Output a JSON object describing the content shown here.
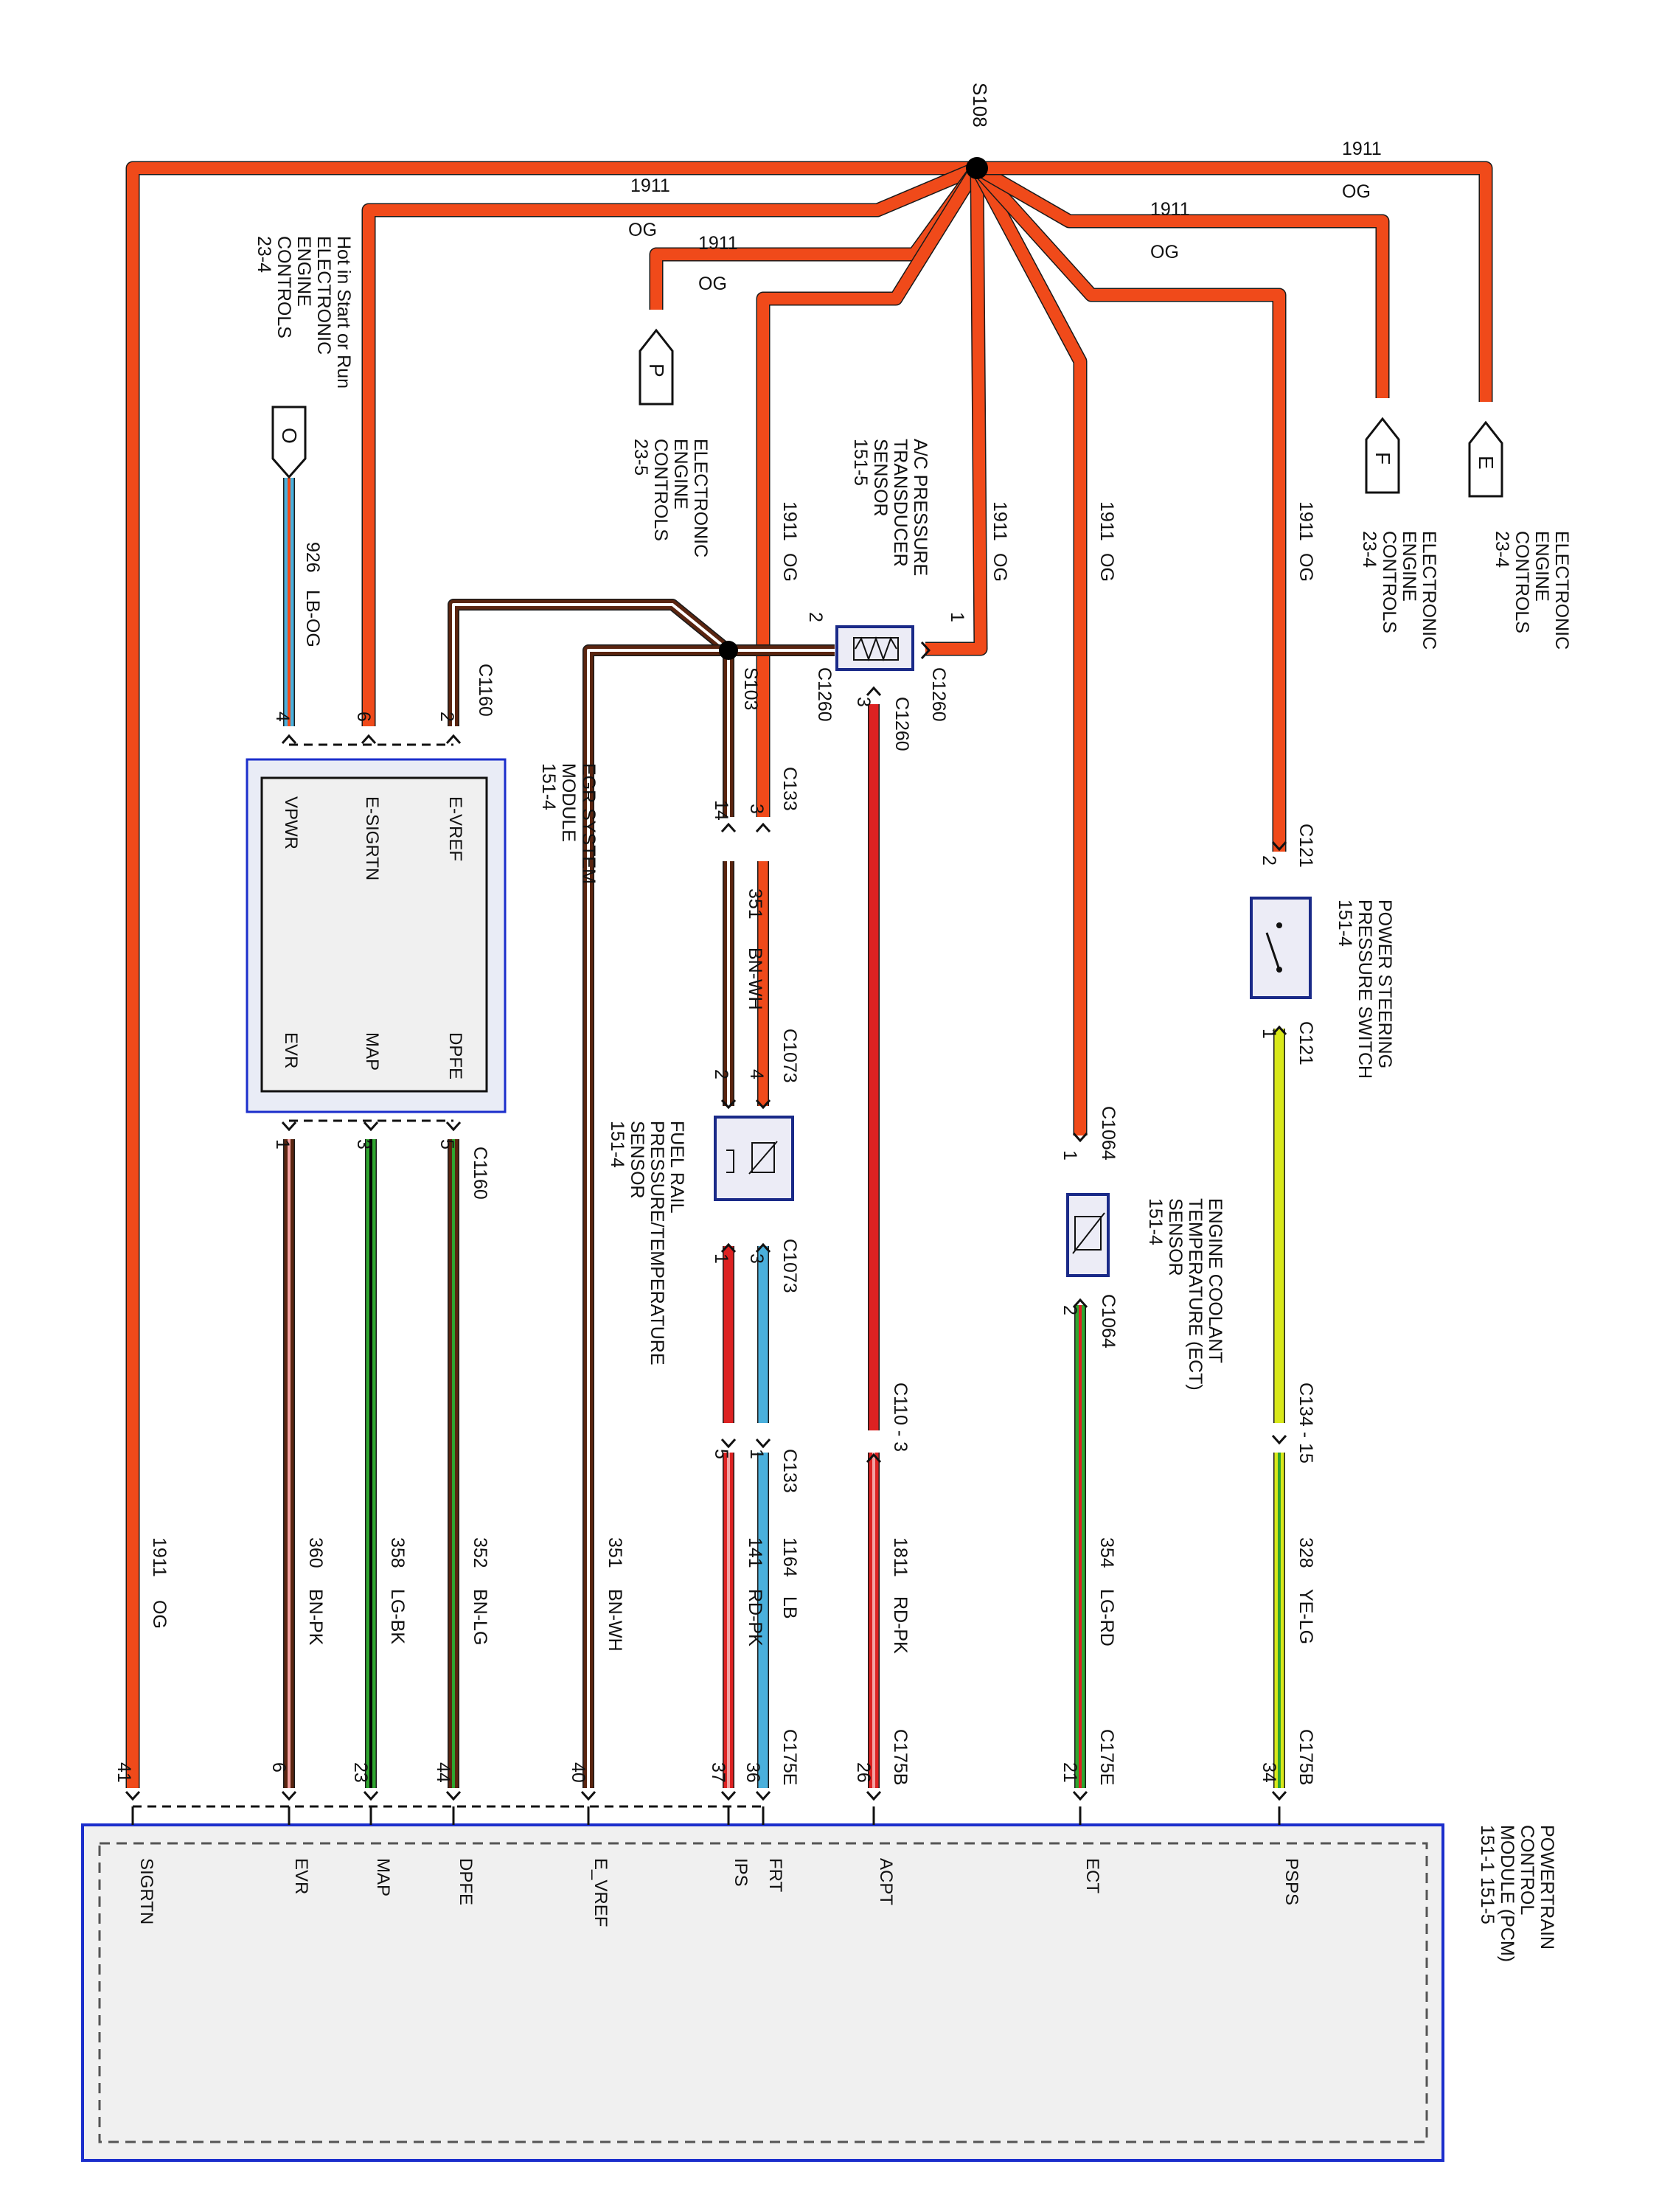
{
  "colors": {
    "OG": "#f04a1a",
    "LB": "#4ab0dc",
    "BN": "#5a2510",
    "WH": "#ffffff",
    "PK": "#f3a2a2",
    "LG": "#2fa52f",
    "BK": "#000000",
    "RD": "#dd2222",
    "YE": "#d8e81a",
    "module_border": "#1b2ecc",
    "module_fill": "#f0f0f0",
    "comp_border": "#1a2a88"
  },
  "splices": {
    "s108": "S108",
    "s103": "S103"
  },
  "wires": {
    "w_top_left": {
      "circuit": "1911"
    },
    "w_6": {
      "circuit": "1911",
      "color": "OG"
    },
    "w_p": {
      "circuit": "1911",
      "color": "OG"
    },
    "w_f": {
      "circuit": "1911",
      "color": "OG"
    },
    "w_e": {
      "circuit": "1911",
      "color": "OG"
    },
    "w_ac1": {
      "circuit": "1911",
      "color": "OG"
    },
    "w_c133": {
      "circuit": "1911",
      "color": "OG"
    },
    "w_ect": {
      "circuit": "1911",
      "color": "OG"
    },
    "w_ps": {
      "circuit": "1911",
      "color": "OG"
    },
    "w_vpwr": {
      "circuit": "926",
      "color": "LB-OG"
    },
    "w_fr": {
      "circuit": "351",
      "color": "BN-WH"
    },
    "w_sigrtn": {
      "circuit": "1911",
      "color": "OG"
    },
    "w_evr": {
      "circuit": "360",
      "color": "BN-PK"
    },
    "w_map": {
      "circuit": "358",
      "color": "LG-BK"
    },
    "w_dpfe": {
      "circuit": "352",
      "color": "BN-LG"
    },
    "w_evref": {
      "circuit": "351",
      "color": "BN-WH"
    },
    "w_ips": {
      "circuit": "141",
      "color": "RD-PK"
    },
    "w_frt": {
      "circuit": "1164",
      "color": "LB"
    },
    "w_acpt": {
      "circuit": "1811",
      "color": "RD-PK"
    },
    "w_ectpcm": {
      "circuit": "354",
      "color": "LG-RD"
    },
    "w_psps": {
      "circuit": "328",
      "color": "YE-LG"
    }
  },
  "refs": {
    "o": {
      "letter": "O",
      "text": [
        "Hot in Start or Run",
        "ELECTRONIC",
        "ENGINE",
        "CONTROLS",
        "23-4"
      ]
    },
    "p": {
      "letter": "P",
      "text": [
        "ELECTRONIC",
        "ENGINE",
        "CONTROLS",
        "23-5"
      ]
    },
    "f": {
      "letter": "F",
      "text": [
        "ELECTRONIC",
        "ENGINE",
        "CONTROLS",
        "23-4"
      ]
    },
    "e": {
      "letter": "E",
      "text": [
        "ELECTRONIC",
        "ENGINE",
        "CONTROLS",
        "23-4"
      ]
    }
  },
  "connectors": {
    "c1160": "C1160",
    "c1260": "C1260",
    "c133": "C133",
    "c1073": "C1073",
    "c1064": "C1064",
    "c121": "C121",
    "c110": "C110 - 3",
    "c134": "C134 - 15",
    "c175b": "C175B",
    "c175e": "C175E"
  },
  "pins": {
    "egr": [
      "4",
      "6",
      "2",
      "1",
      "3",
      "5"
    ],
    "c133": [
      "14",
      "3",
      "5",
      "1"
    ],
    "c1073": [
      "2",
      "4",
      "1",
      "3"
    ],
    "ac": [
      "2",
      "1",
      "3"
    ],
    "ect": [
      "1",
      "2"
    ],
    "ps": [
      "2",
      "1"
    ],
    "pcm": [
      "41",
      "6",
      "23",
      "44",
      "40",
      "37",
      "36",
      "26",
      "21",
      "34"
    ]
  },
  "components": {
    "egr": {
      "title": [
        "EGR SYSTEM",
        "MODULE",
        "151-4"
      ],
      "pins": [
        "VPWR",
        "E-SIGRTN",
        "E-VREF",
        "EVR",
        "MAP",
        "DPFE"
      ]
    },
    "ac": {
      "title": [
        "A/C PRESSURE",
        "TRANSDUCER",
        "SENSOR",
        "151-5"
      ]
    },
    "fuel": {
      "title": [
        "FUEL RAIL",
        "PRESSURE/TEMPERATURE",
        "SENSOR",
        "151-4"
      ]
    },
    "ect": {
      "title": [
        "ENGINE COOLANT",
        "TEMPERATURE (ECT)",
        "SENSOR",
        "151-4"
      ]
    },
    "ps": {
      "title": [
        "POWER STEERING",
        "PRESSURE SWITCH",
        "151-4"
      ]
    },
    "pcm": {
      "title": [
        "POWERTRAIN",
        "CONTROL",
        "MODULE (PCM)",
        "151-1   151-5"
      ],
      "pins": [
        "SIGRTN",
        "EVR",
        "MAP",
        "DPFE",
        "E_VREF",
        "IPS",
        "FRT",
        "ACPT",
        "ECT",
        "PSPS"
      ]
    }
  }
}
